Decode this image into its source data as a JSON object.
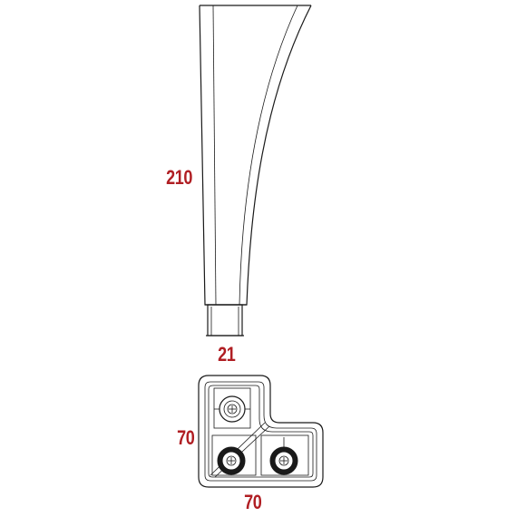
{
  "dimensions": {
    "leg_height": "210",
    "tip_diameter": "21",
    "plate_depth": "70",
    "plate_width": "70"
  },
  "colors": {
    "dimension_text": "#b01e23",
    "line": "#1a1a1a",
    "background": "#ffffff"
  }
}
